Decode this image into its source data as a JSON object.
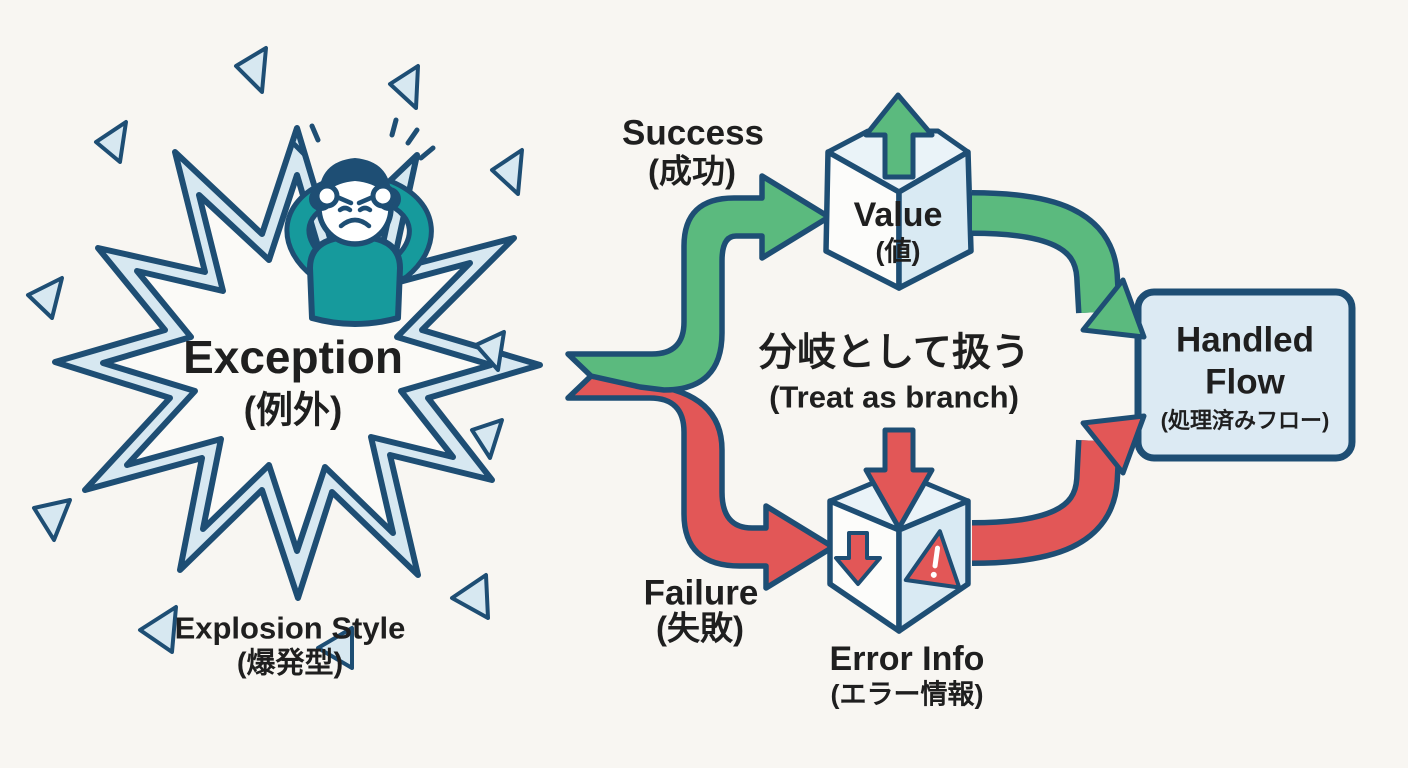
{
  "colors": {
    "outline_navy": "#1e4e74",
    "green": "#5bba7e",
    "red": "#e25757",
    "teal_shirt": "#169a9c",
    "light_blue_shard": "#d7e8f1",
    "cube_face_blue": "#d9eaf3",
    "handled_box_fill": "#dceaf3",
    "background": "#f8f6f2",
    "text": "#1f1f1f"
  },
  "explosion": {
    "title": "Exception",
    "title_sub": "(例外)",
    "caption": "Explosion Style",
    "caption_sub": "(爆発型)"
  },
  "flow": {
    "success_label": "Success",
    "success_sub": "(成功)",
    "failure_label": "Failure",
    "failure_sub": "(失敗)",
    "value_label": "Value",
    "value_sub": "(値)",
    "error_label": "Error Info",
    "error_sub": "(エラー情報)",
    "center_jp": "分岐として扱う",
    "center_en": "(Treat as branch)",
    "handled_line1": "Handled",
    "handled_line2": "Flow",
    "handled_sub": "(処理済みフロー)"
  },
  "icons": {
    "explosion": "starburst",
    "person": "stressed-person",
    "value_out": "arrow-up",
    "error_in": "arrow-down",
    "error_face_left": "arrow-down",
    "error_face_right": "warning-triangle"
  }
}
